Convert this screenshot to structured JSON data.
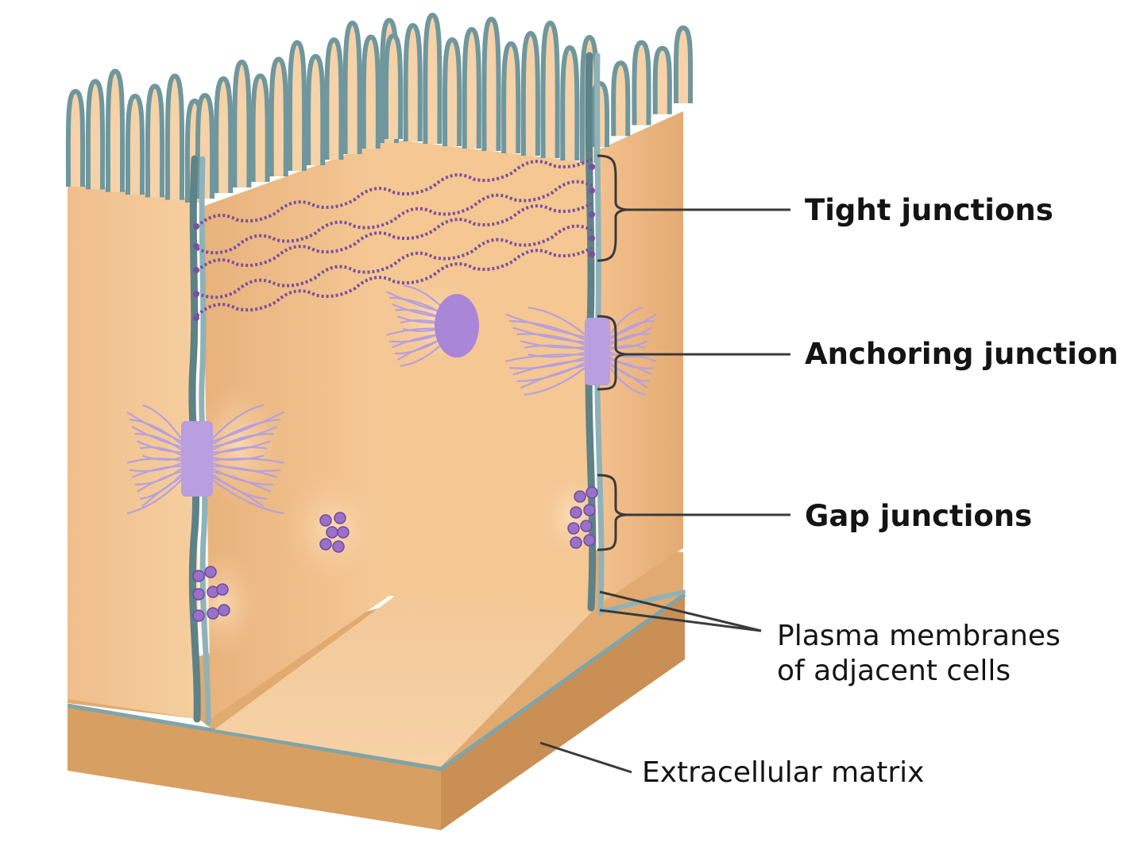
{
  "labels": {
    "tight_junctions": "Tight junctions",
    "anchoring_junction": "Anchoring junction",
    "gap_junctions": "Gap junctions",
    "plasma_membranes_line1": "Plasma membranes",
    "plasma_membranes_line2": "of adjacent cells",
    "extracellular_matrix": "Extracellular matrix"
  },
  "colors": {
    "cytoplasm": "#f2c08e",
    "cytoplasm_dark": "#e2a973",
    "membrane": "#7fa4aa",
    "membrane_dark": "#5d8288",
    "matrix": "#d8a46c",
    "junction_purple": "#7b4fa0",
    "anchor_lilac": "#b8a0dc",
    "gap_purple": "#9a70c8"
  }
}
